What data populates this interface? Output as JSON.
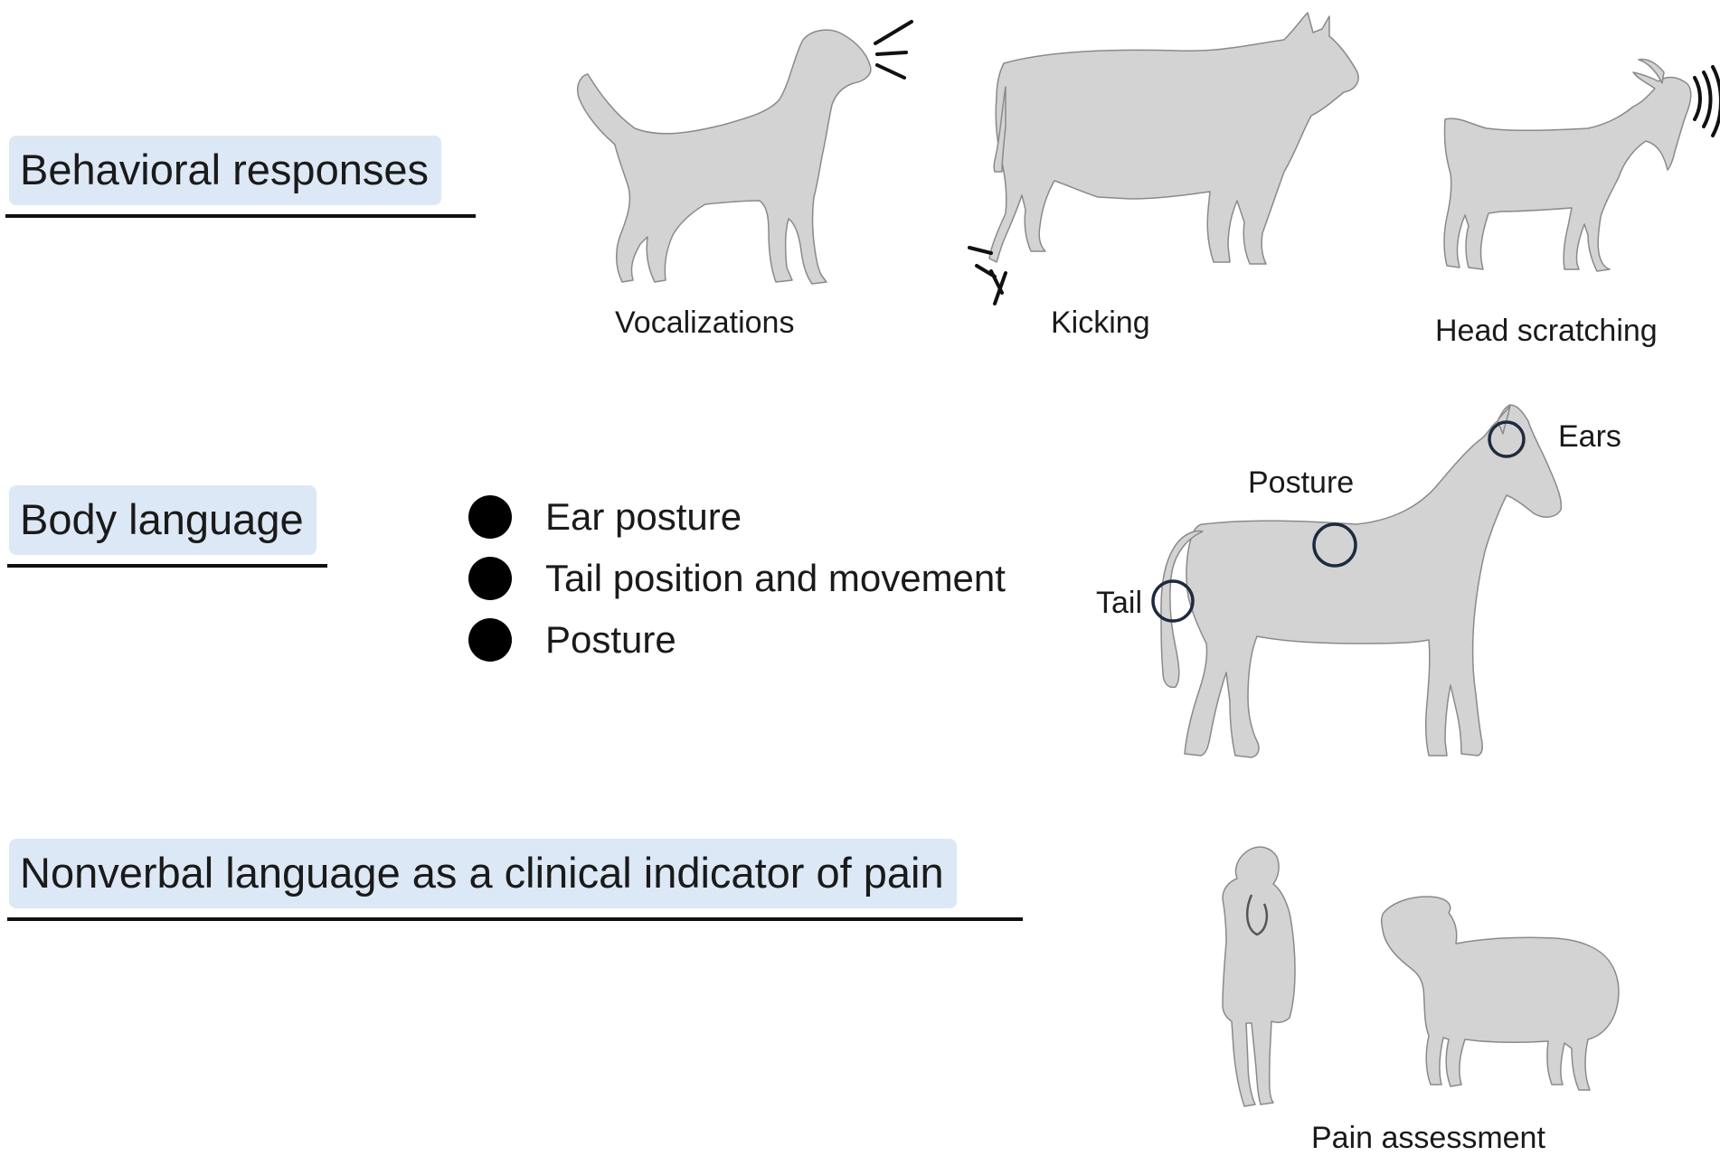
{
  "sections": {
    "behavioral": "Behavioral responses",
    "body_language": "Body language",
    "nonverbal": "Nonverbal language as a clinical indicator of pain"
  },
  "behavior_labels": {
    "vocalizations": "Vocalizations",
    "kicking": "Kicking",
    "head_scratching": "Head scratching"
  },
  "bullets": [
    "Ear posture",
    "Tail position and movement",
    "Posture"
  ],
  "horse_labels": {
    "ears": "Ears",
    "posture": "Posture",
    "tail": "Tail"
  },
  "pain_assessment": "Pain assessment",
  "colors": {
    "heading_bg": "#dce8f5",
    "silhouette": "#d3d3d3",
    "ring": "#1e2a3f"
  }
}
